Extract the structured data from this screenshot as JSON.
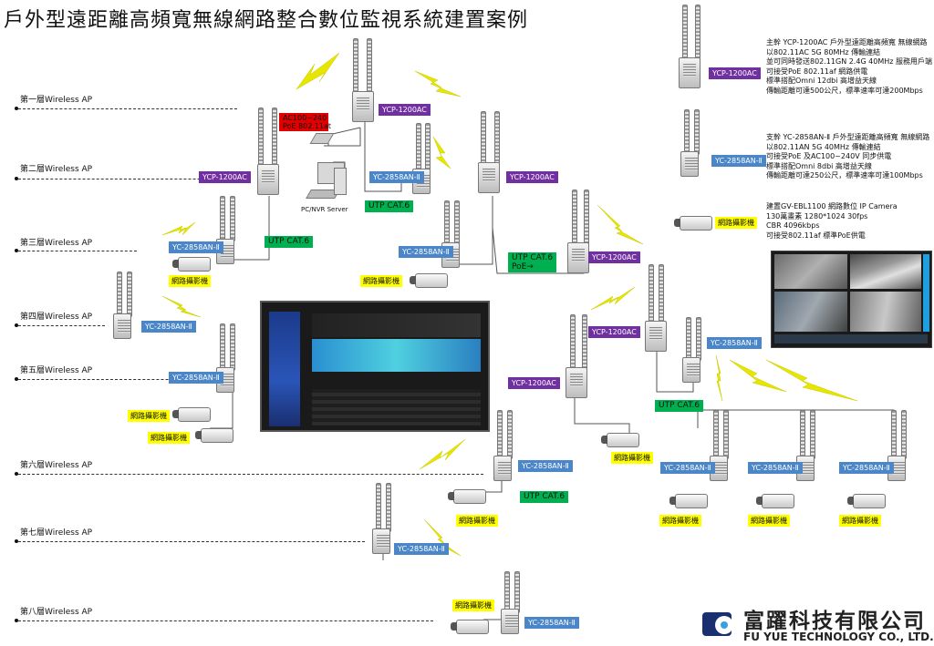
{
  "title": "戶外型遠距離高頻寬無線網路整合數位監視系統建置案例",
  "floors": [
    "第一層Wireless AP",
    "第二層Wireless AP",
    "第三層Wireless AP",
    "第四層Wireless AP",
    "第五層Wireless AP",
    "第六層Wireless AP",
    "第七層Wireless AP",
    "第八層Wireless AP"
  ],
  "devices": {
    "ycp": "YCP-1200AC",
    "yc": "YC-2858AN-Ⅱ"
  },
  "labels": {
    "power_line1": "AC100~240",
    "power_line2": "PoE 802.11at",
    "pc_nvr": "PC/NVR Server",
    "utp": "UTP CAT.6",
    "utp_poe_line1": "UTP CAT.6",
    "utp_poe_line2": "PoE→",
    "camera": "網路攝影機"
  },
  "desc_main": [
    "主幹 YCP-1200AC 戶外型遠距離高頻寬 無線網路",
    "以802.11AC 5G 80MHz 傳輸連結",
    "並可同時發送802.11GN 2.4G 40MHz 服務用戶端",
    "可接受PoE 802.11af 網路供電",
    "標準搭配Omni 12dbi 高增益天線",
    "傳輸距離可達500公尺，標準速率可達200Mbps"
  ],
  "desc_branch": [
    "支幹 YC-2858AN-Ⅱ 戶外型遠距離高頻寬 無線網路",
    "以802.11AN 5G 40MHz 傳輸連結",
    "可接受PoE 及AC100~240V 同步供電",
    "標準搭配Omni 8dbi 高增益天線",
    "傳輸距離可達250公尺，標準速率可達100Mbps"
  ],
  "desc_camera": [
    "建置GV-EBL1100 網路數位 IP Camera",
    "130萬畫素 1280*1024 30fps",
    "CBR 4096kbps",
    "可接受802.11af 標準PoE供電"
  ],
  "company": {
    "name_cn": "富躍科技有限公司",
    "name_en": "FU YUE TECHNOLOGY CO., LTD."
  },
  "colors": {
    "ycp_tag": "#7030a0",
    "yc_tag": "#4a86c8",
    "utp_tag": "#00b050",
    "power_tag": "#e00000",
    "camera_tag": "#ffff00",
    "wireless_bolt": "#e6e600"
  }
}
